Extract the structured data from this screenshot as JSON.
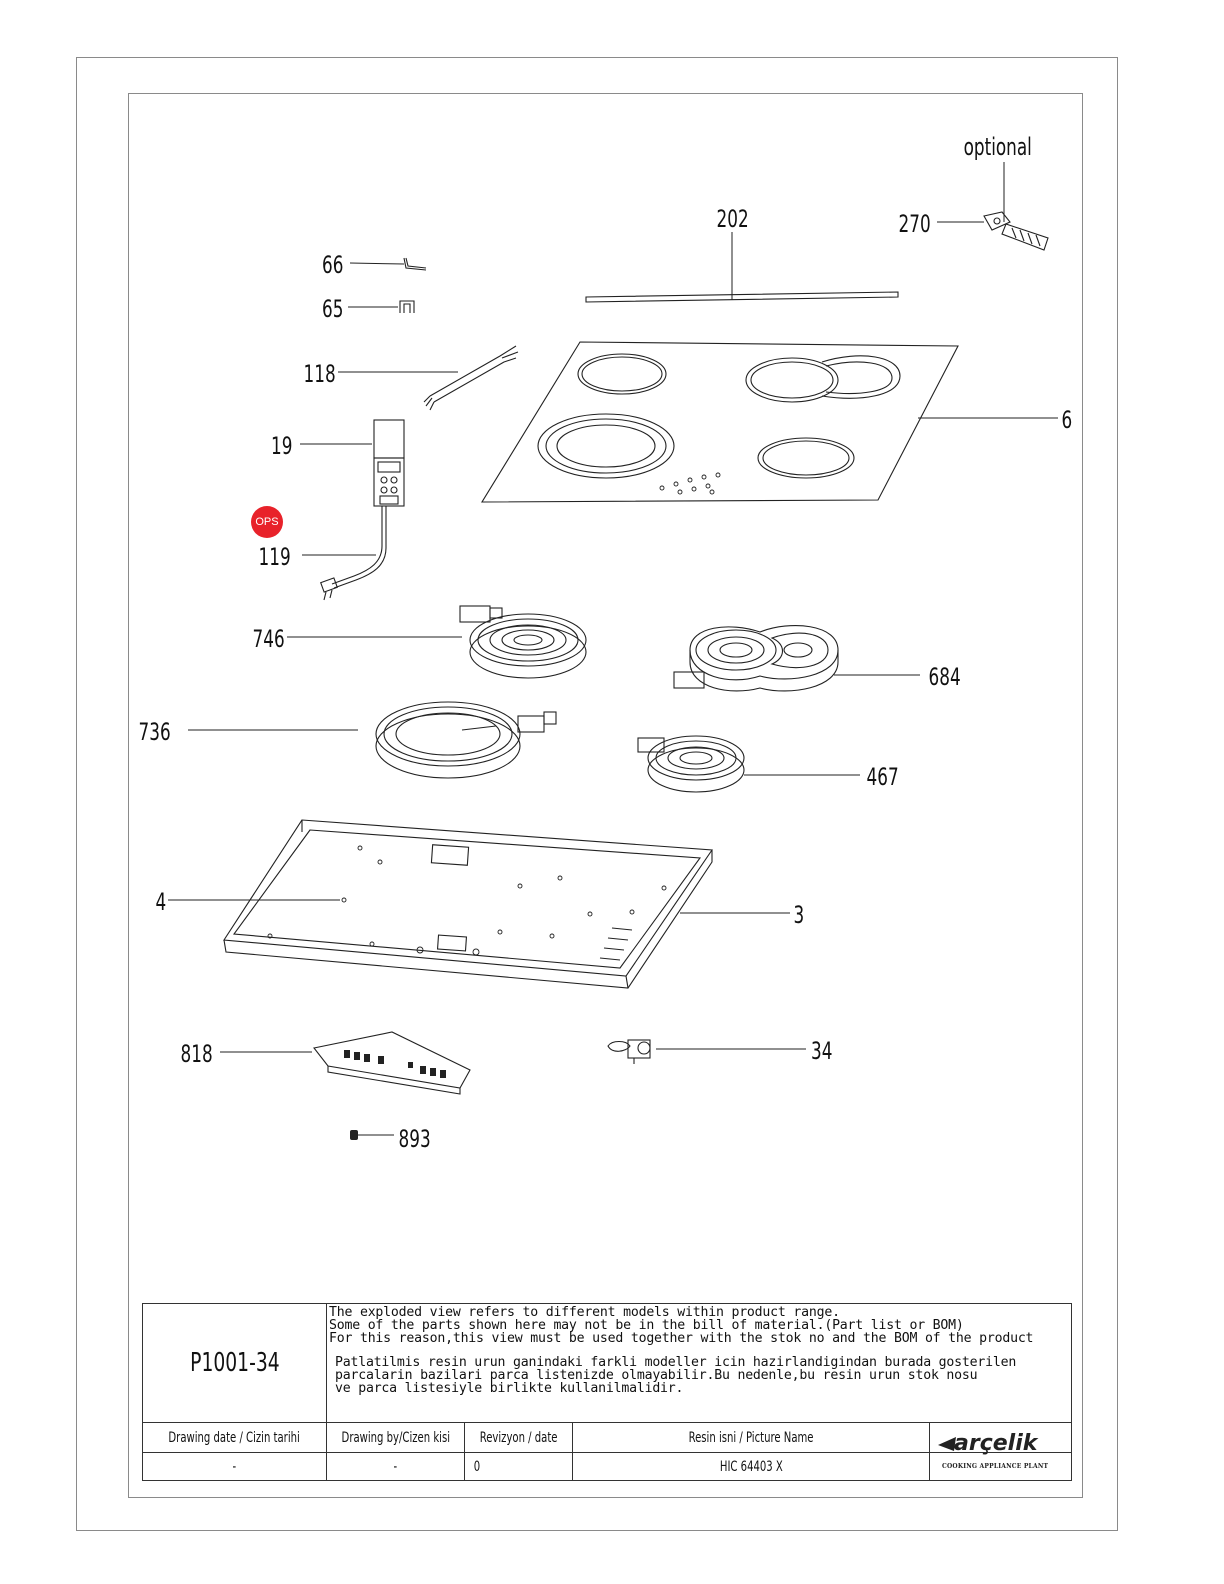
{
  "callouts": {
    "optional": "optional",
    "p270": "270",
    "p202": "202",
    "p66": "66",
    "p65": "65",
    "p118": "118",
    "p6": "6",
    "p19": "19",
    "p119": "119",
    "p746": "746",
    "p684": "684",
    "p736": "736",
    "p467": "467",
    "p4": "4",
    "p3": "3",
    "p818": "818",
    "p34": "34",
    "p893": "893"
  },
  "badge": {
    "ops": "OPS",
    "color": "#e8222a"
  },
  "title_block": {
    "drawing_code": "P1001-34",
    "notes_en": [
      "The exploded view refers to different models within product range.",
      "Some of the parts shown here may not be in the bill of material.(Part list or BOM)",
      "For this reason,this view must be used together with the stok no and the BOM of the product"
    ],
    "notes_tr": [
      "Patlatilmis resin urun ganindaki farkli modeller icin hazirlandigindan burada gosterilen",
      "parcalarin bazilari parca listenizde olmayabilir.Bu nedenle,bu resin urun stok nosu",
      "ve parca listesiyle birlikte kullanilmalidir."
    ],
    "headers": {
      "drawing_date": "Drawing date / Cizin tarihi",
      "drawing_by": "Drawing by/Cizen kisi",
      "revision": "Revizyon / date",
      "picture_name": "Resin isni / Picture Name"
    },
    "values": {
      "drawing_date": "-",
      "drawing_by": "-",
      "revision": "0",
      "picture_name": "HIC 64403 X"
    },
    "logo": {
      "word": "arçelik",
      "sub": "COOKING APPLIANCE PLANT"
    }
  }
}
